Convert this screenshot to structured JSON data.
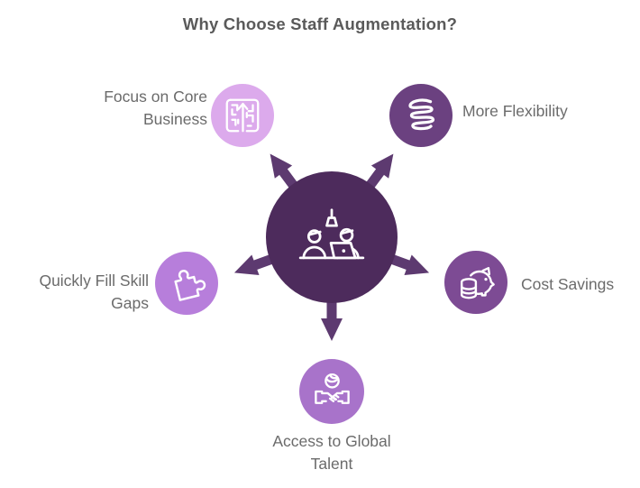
{
  "title": "Why Choose Staff Augmentation?",
  "colors": {
    "title_text": "#5a5a5a",
    "label_text": "#6b6b6b",
    "center_circle": "#4d2b5c",
    "arrow": "#5d3a70",
    "node_focus": "#dcaaec",
    "node_flex": "#6b4180",
    "node_puzzle": "#b77edb",
    "node_piggy": "#7d4b94",
    "node_talent": "#a873ca"
  },
  "center": {
    "icon": "team-working-at-desk-icon"
  },
  "nodes": {
    "focus": {
      "label": "Focus on Core Business",
      "icon": "maze-arrow-icon"
    },
    "flex": {
      "label": "More Flexibility",
      "icon": "spring-coil-icon"
    },
    "gaps": {
      "label": "Quickly Fill Skill Gaps",
      "icon": "puzzle-piece-icon"
    },
    "cost": {
      "label": "Cost Savings",
      "icon": "piggy-bank-coins-icon"
    },
    "talent": {
      "label": "Access to Global Talent",
      "icon": "handshake-globe-icon"
    }
  }
}
